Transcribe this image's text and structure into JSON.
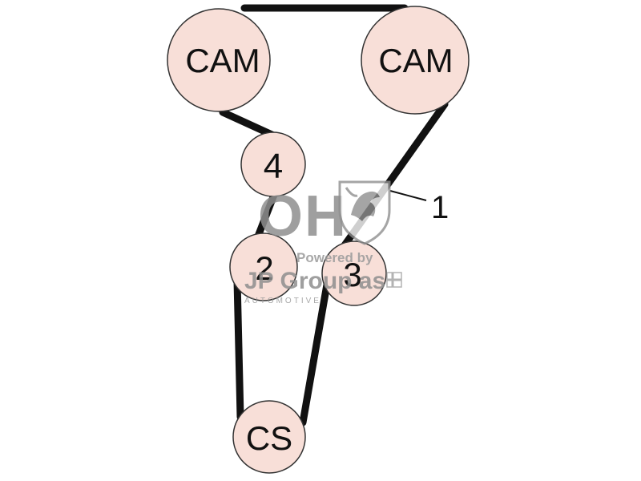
{
  "colors": {
    "belt": "#111111",
    "pulley_fill": "#f8dfd8",
    "pulley_stroke": "#333333",
    "watermark": "#8f8f8f"
  },
  "pulleys": {
    "cam_left": "CAM",
    "cam_right": "CAM",
    "idler_4": "4",
    "idler_2": "2",
    "idler_3": "3",
    "crankshaft": "CS"
  },
  "callout": {
    "label": "1"
  },
  "watermark": {
    "logo": "OH",
    "powered": "Powered by",
    "group": "JP Group as",
    "tag": "AUTOMOTIVE",
    "shield_icon": "shield-griffin-icon"
  }
}
